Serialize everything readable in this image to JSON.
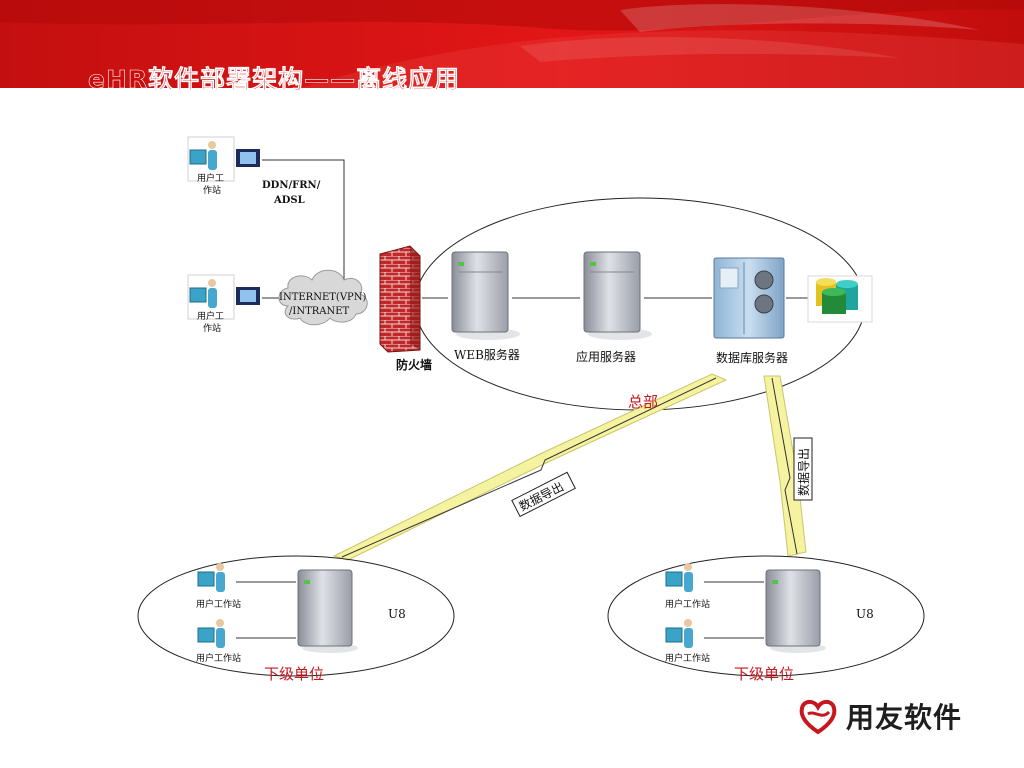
{
  "slide": {
    "title": "eHR软件部署架构——离线应用"
  },
  "colors": {
    "brand_red": "#c8161d",
    "banner_red": "#d41414",
    "link_yellow": "#f5f2a0",
    "server_gray": "#b9bcc4"
  },
  "diagram": {
    "user_station_top": "用户工\n作站",
    "user_station_mid": "用户工\n作站",
    "ddn_label": "DDN/FRN/\nADSL",
    "internet_label": "INTERNET(VPN)\n/INTRANET",
    "firewall": "防火墙",
    "web_server": "WEB服务器",
    "app_server": "应用服务器",
    "db_server": "数据库服务器",
    "hq": "总部",
    "export_left": "数据导出",
    "export_right": "数据导出",
    "branch_left": {
      "station1": "用户工作站",
      "station2": "用户工作站",
      "server": "U8",
      "label": "下级单位"
    },
    "branch_right": {
      "station1": "用户工作站",
      "station2": "用户工作站",
      "server": "U8",
      "label": "下级单位"
    }
  },
  "brand": {
    "name": "用友软件",
    "icon": "yonyou-logo-icon"
  }
}
